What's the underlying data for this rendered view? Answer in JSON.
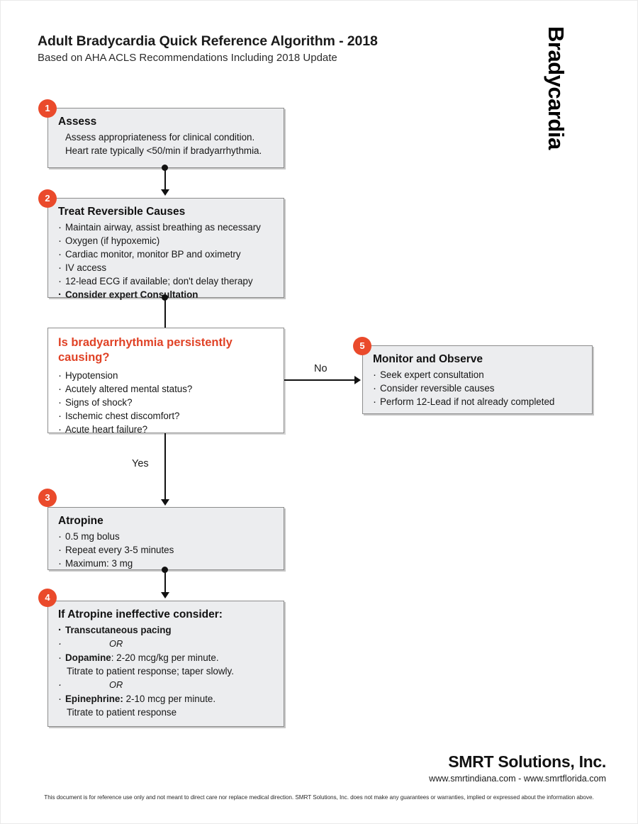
{
  "header": {
    "title": "Adult Bradycardia Quick Reference Algorithm - 2018",
    "subtitle": "Based on AHA ACLS Recommendations Including 2018 Update",
    "side_title": "Bradycardia"
  },
  "colors": {
    "accent": "#e04226",
    "badge": "#ea4a2b",
    "box_fill": "#ecedef",
    "box_border": "#8c8c8c",
    "connector": "#111111"
  },
  "steps": {
    "assess": {
      "badge": "1",
      "title": "Assess",
      "lines": [
        "Assess appropriateness for clinical condition.",
        "Heart rate typically <50/min if bradyarrhythmia."
      ]
    },
    "treat": {
      "badge": "2",
      "title": "Treat Reversible Causes",
      "bullets": [
        "Maintain airway, assist breathing as necessary",
        "Oxygen (if hypoxemic)",
        "Cardiac monitor, monitor BP and oximetry",
        "IV access",
        "12-lead ECG if available; don't delay therapy",
        "Consider expert Consultation"
      ]
    },
    "decision": {
      "title": "Is bradyarrhythmia persistently causing?",
      "bullets": [
        "Hypotension",
        "Acutely altered mental status?",
        "Signs of shock?",
        "Ischemic chest discomfort?",
        "Acute heart failure?"
      ]
    },
    "monitor": {
      "badge": "5",
      "title": "Monitor and Observe",
      "bullets": [
        "Seek expert consultation",
        "Consider reversible causes",
        "Perform 12-Lead if not already completed"
      ]
    },
    "atropine": {
      "badge": "3",
      "title": "Atropine",
      "bullets": [
        "0.5 mg bolus",
        "Repeat every 3-5 minutes",
        "Maximum: 3 mg"
      ]
    },
    "ineffective": {
      "badge": "4",
      "title": "If Atropine ineffective consider:",
      "pacing": "Transcutaneous pacing",
      "or_1": "OR",
      "dopamine_lead": "Dopamine",
      "dopamine_rest": ": 2-20 mcg/kg per minute.",
      "dopamine_cont": "Titrate to patient response; taper slowly.",
      "or_2": "OR",
      "epinephrine_lead": "Epinephrine:",
      "epinephrine_rest": " 2-10 mcg per minute.",
      "epinephrine_cont": "Titrate to patient response"
    }
  },
  "edges": {
    "no_label": "No",
    "yes_label": "Yes"
  },
  "footer": {
    "brand": "SMRT Solutions, Inc.",
    "websites": "www.smrtindiana.com - www.smrtflorida.com",
    "disclaimer": "This document is for reference use only and not meant to direct care nor replace medical direction. SMRT Solutions, Inc. does not make any guarantees or warranties, implied or expressed about the information above."
  }
}
